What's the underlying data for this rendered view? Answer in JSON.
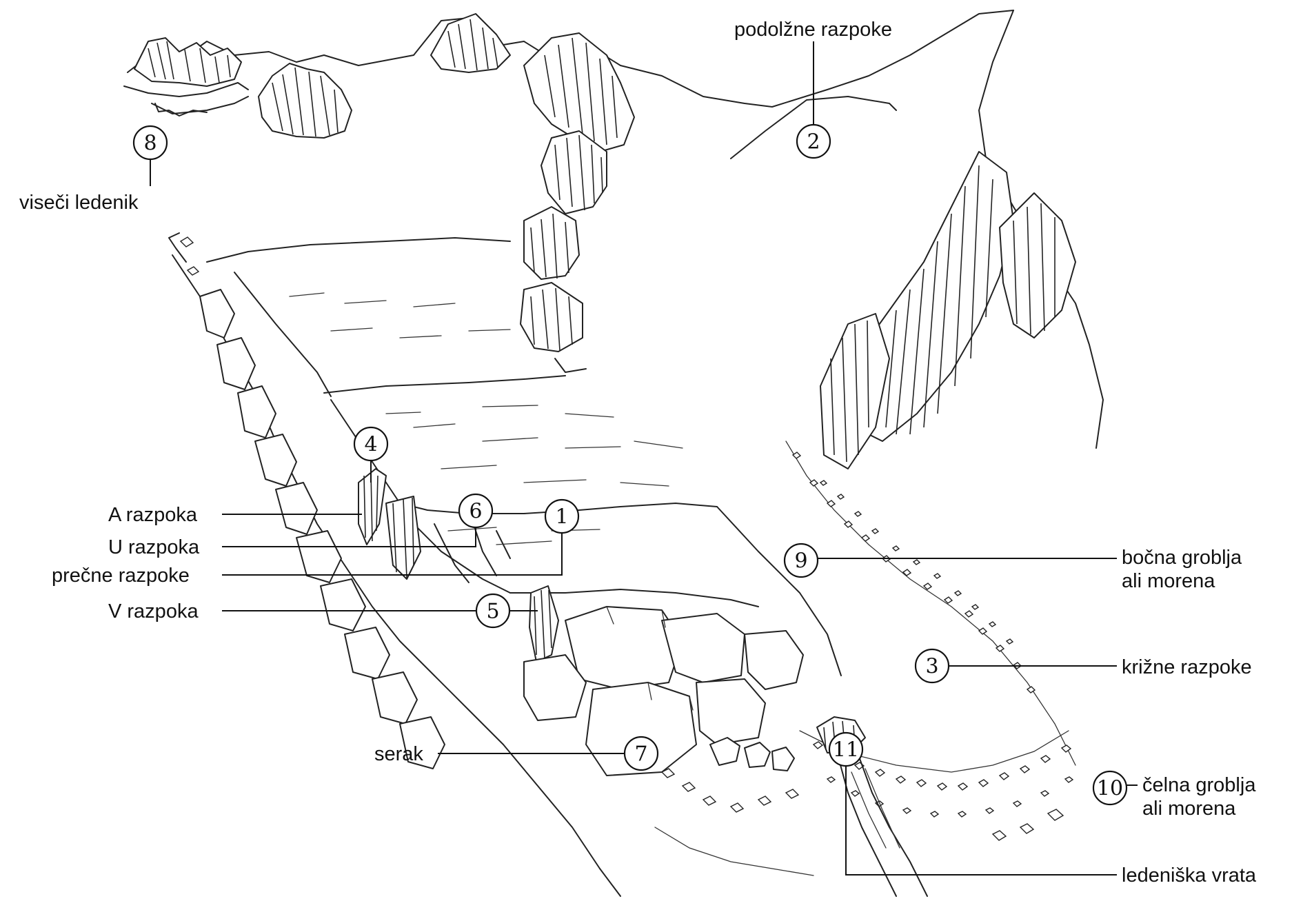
{
  "labels": {
    "podolzne": "podolžne razpoke",
    "viseci": "viseči ledenik",
    "a_razpoka": "A razpoka",
    "u_razpoka": "U razpoka",
    "precne": "prečne razpoke",
    "v_razpoka": "V razpoka",
    "serak": "serak",
    "bocna_1": "bočna groblja",
    "bocna_2": "ali morena",
    "krizne": "križne razpoke",
    "celna_1": "čelna groblja",
    "celna_2": "ali morena",
    "vrata": "ledeniška vrata"
  },
  "markers": {
    "m1": "1",
    "m2": "2",
    "m3": "3",
    "m4": "4",
    "m5": "5",
    "m6": "6",
    "m7": "7",
    "m8": "8",
    "m9": "9",
    "m10": "10",
    "m11": "11"
  }
}
